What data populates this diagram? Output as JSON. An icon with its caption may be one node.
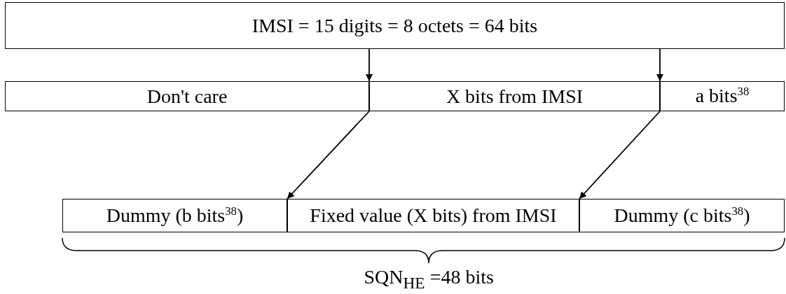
{
  "diagram": {
    "nodes": [
      {
        "text": [
          "IMSI = 15 digits = 8 octets = 64 bits"
        ]
      },
      {
        "text": [
          "Don't care"
        ]
      },
      {
        "text": [
          "X bits from IMSI"
        ]
      },
      {
        "text": [
          "a bits$^{38}$"
        ]
      },
      {
        "text": [
          "Dummy (b bits$^{38}$)"
        ]
      },
      {
        "text": [
          "Fixed value (X bits) from IMSI"
        ]
      },
      {
        "text": [
          "Dummy (c bits$^{38}$)"
        ]
      }
    ],
    "edges": [
      {
        "from": 0,
        "to": 2,
        "arrow": "to"
      },
      {
        "from": 0,
        "to": 3,
        "arrow": "to"
      },
      {
        "from": 2,
        "to": 5,
        "arrow": "to"
      },
      {
        "from": 3,
        "to": 6,
        "arrow": "to"
      }
    ],
    "labels": [
      "SQN$_{HE}$ =48 bits"
    ]
  }
}
